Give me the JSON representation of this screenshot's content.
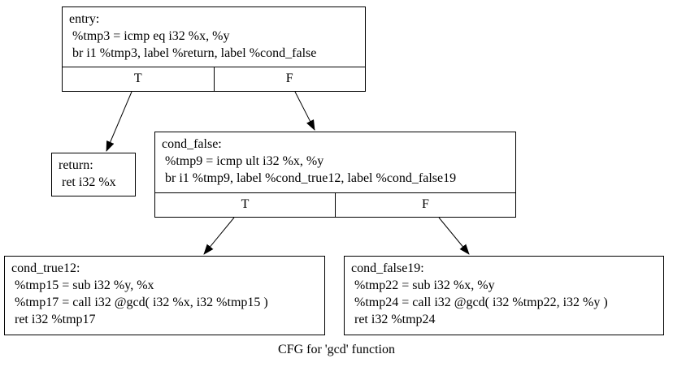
{
  "diagram": {
    "caption": "CFG for 'gcd' function"
  },
  "nodes": {
    "entry": {
      "lines": [
        "entry:",
        " %tmp3 = icmp eq i32 %x, %y",
        " br i1 %tmp3, label %return, label %cond_false"
      ],
      "branch_true": "T",
      "branch_false": "F"
    },
    "return": {
      "lines": [
        "return:",
        " ret i32 %x"
      ]
    },
    "cond_false": {
      "lines": [
        "cond_false:",
        " %tmp9 = icmp ult i32 %x, %y",
        " br i1 %tmp9, label %cond_true12, label %cond_false19"
      ],
      "branch_true": "T",
      "branch_false": "F"
    },
    "cond_true12": {
      "lines": [
        "cond_true12:",
        " %tmp15 = sub i32 %y, %x",
        " %tmp17 = call i32 @gcd( i32 %x, i32 %tmp15 )",
        " ret i32 %tmp17"
      ]
    },
    "cond_false19": {
      "lines": [
        "cond_false19:",
        " %tmp22 = sub i32 %x, %y",
        " %tmp24 = call i32 @gcd( i32 %tmp22, i32 %y )",
        " ret i32 %tmp24"
      ]
    }
  },
  "edges": [
    {
      "from": "entry",
      "branch": "T",
      "to": "return"
    },
    {
      "from": "entry",
      "branch": "F",
      "to": "cond_false"
    },
    {
      "from": "cond_false",
      "branch": "T",
      "to": "cond_true12"
    },
    {
      "from": "cond_false",
      "branch": "F",
      "to": "cond_false19"
    }
  ],
  "colors": {
    "background": "#ffffff",
    "border": "#000000",
    "text": "#000000"
  }
}
